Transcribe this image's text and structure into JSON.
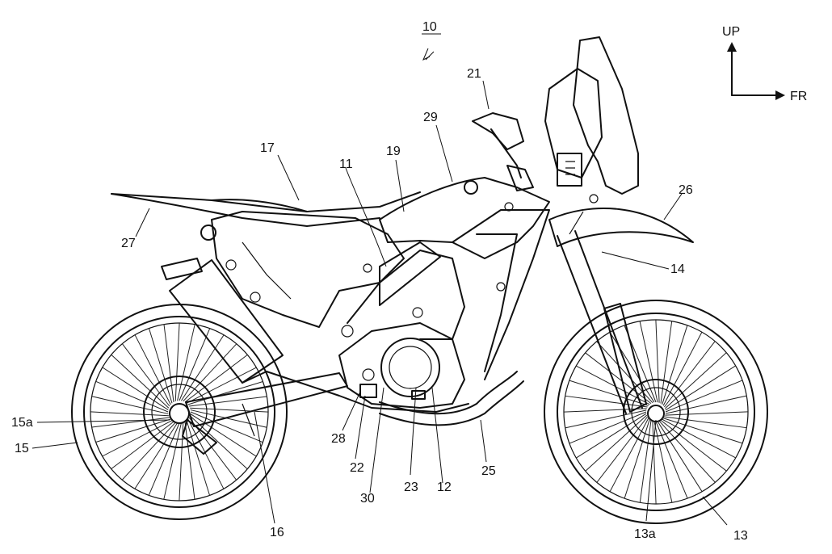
{
  "figure_number": "10",
  "axes": {
    "up": "UP",
    "front": "FR"
  },
  "labels": {
    "l11": "11",
    "l12": "12",
    "l13": "13",
    "l13a": "13a",
    "l14": "14",
    "l15": "15",
    "l15a": "15a",
    "l16": "16",
    "l17": "17",
    "l19": "19",
    "l21": "21",
    "l22": "22",
    "l23": "23",
    "l25": "25",
    "l26": "26",
    "l27": "27",
    "l28": "28",
    "l29": "29",
    "l30": "30"
  }
}
